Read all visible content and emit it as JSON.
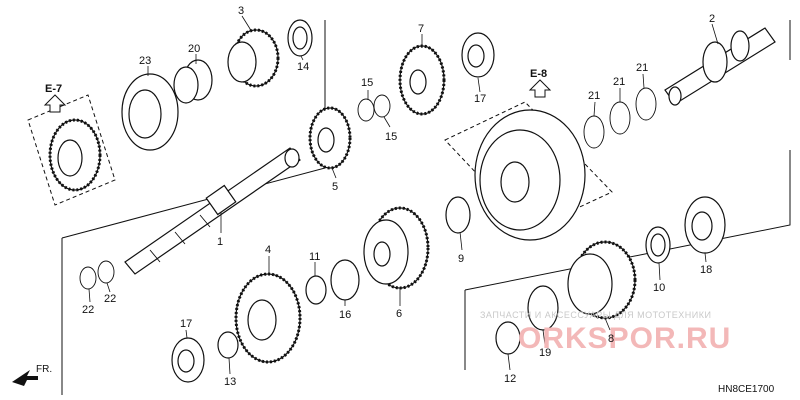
{
  "diagram_code": "HN8CE1700",
  "front_label": "FR.",
  "references": [
    {
      "id": "ref-e7",
      "label": "E-7"
    },
    {
      "id": "ref-e8",
      "label": "E-8"
    }
  ],
  "watermark": {
    "caption": "ЗАПЧАСТИ И АКСЕССУАРЫ ДЛЯ МОТОТЕХНИКИ",
    "logo": "ORKSPOR.RU"
  },
  "callouts": [
    {
      "n": "1"
    },
    {
      "n": "2"
    },
    {
      "n": "3"
    },
    {
      "n": "4"
    },
    {
      "n": "5"
    },
    {
      "n": "6"
    },
    {
      "n": "7"
    },
    {
      "n": "8"
    },
    {
      "n": "9"
    },
    {
      "n": "10"
    },
    {
      "n": "11"
    },
    {
      "n": "12"
    },
    {
      "n": "13"
    },
    {
      "n": "14"
    },
    {
      "n": "15"
    },
    {
      "n": "15"
    },
    {
      "n": "16"
    },
    {
      "n": "17"
    },
    {
      "n": "17"
    },
    {
      "n": "18"
    },
    {
      "n": "19"
    },
    {
      "n": "20"
    },
    {
      "n": "21"
    },
    {
      "n": "21"
    },
    {
      "n": "21"
    },
    {
      "n": "22"
    },
    {
      "n": "22"
    },
    {
      "n": "23"
    }
  ]
}
